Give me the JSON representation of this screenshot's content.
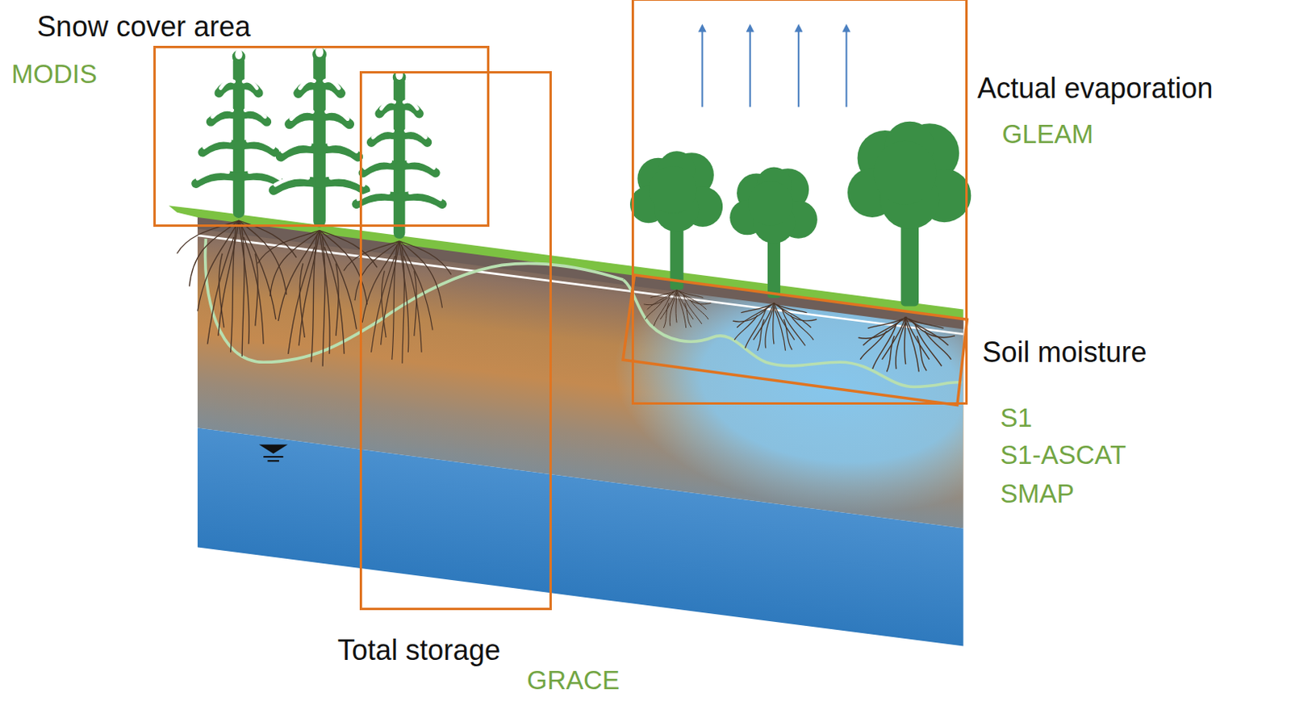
{
  "diagram": {
    "nodes": [
      {
        "text": [
          "Snow cover area",
          "MODIS"
        ]
      },
      {
        "text": [
          "Total storage",
          "GRACE"
        ]
      },
      {
        "text": [
          "Actual evaporation",
          "GLEAM"
        ]
      },
      {
        "text": [
          "Soil moisture",
          "S1",
          "S1-ASCAT",
          "SMAP"
        ]
      }
    ]
  }
}
